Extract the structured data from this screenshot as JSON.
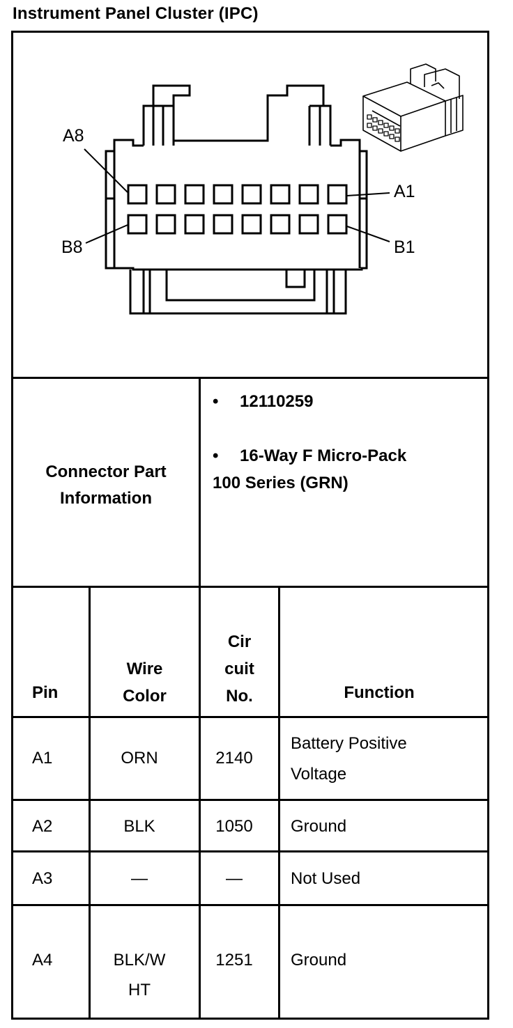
{
  "title": "Instrument Panel Cluster (IPC)",
  "diagram": {
    "labels": {
      "a8": "A8",
      "b8": "B8",
      "a1": "A1",
      "b1": "B1"
    }
  },
  "connector_info": {
    "label_line1": "Connector Part",
    "label_line2": "Information",
    "bullet_symbol": "•",
    "part_number": "12110259",
    "description_line1": "16-Way F Micro-Pack",
    "description_line2": "100 Series (GRN)"
  },
  "table": {
    "headers": {
      "pin": "Pin",
      "wire_line1": "Wire",
      "wire_line2": "Color",
      "cir_line1": "Cir",
      "cir_line2": "cuit",
      "cir_line3": "No.",
      "function": "Function"
    },
    "rows": [
      {
        "pin": "A1",
        "wire1": "ORN",
        "wire2": "",
        "circuit": "2140",
        "func1": "Battery Positive",
        "func2": "Voltage"
      },
      {
        "pin": "A2",
        "wire1": "BLK",
        "wire2": "",
        "circuit": "1050",
        "func1": "Ground",
        "func2": ""
      },
      {
        "pin": "A3",
        "wire1": "—",
        "wire2": "",
        "circuit": "—",
        "func1": "Not Used",
        "func2": ""
      },
      {
        "pin": "A4",
        "wire1": "BLK/W",
        "wire2": "HT",
        "circuit": "1251",
        "func1": "Ground",
        "func2": ""
      }
    ]
  }
}
